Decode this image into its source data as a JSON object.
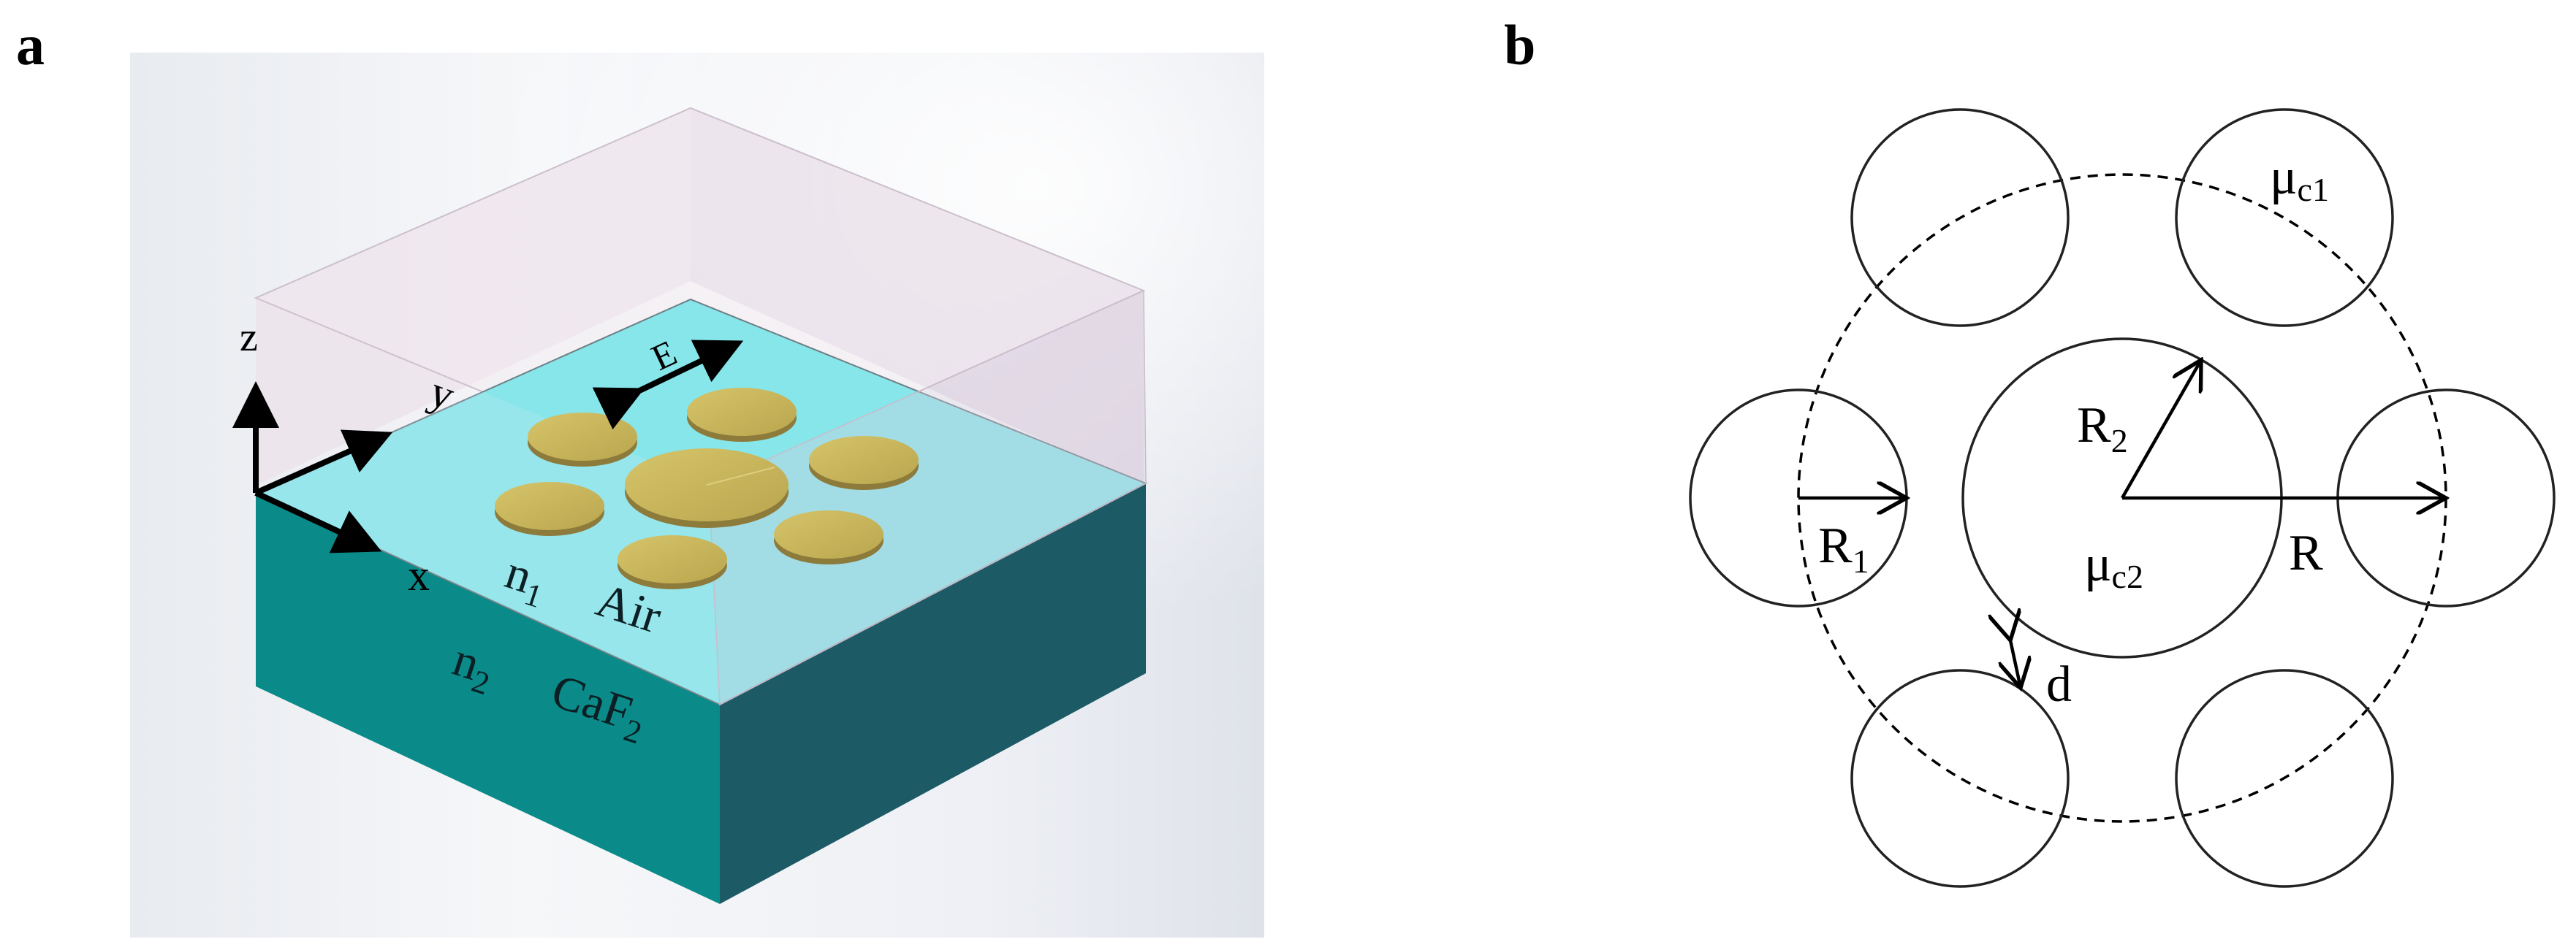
{
  "panel_a": {
    "letter": "a",
    "axes": {
      "z": "z",
      "y": "y",
      "x": "x"
    },
    "field_label": "E",
    "upper_index": {
      "symbol": "n",
      "subscript": "1"
    },
    "upper_medium": "Air",
    "lower_index": {
      "symbol": "n",
      "subscript": "2"
    },
    "substrate": {
      "text": "CaF",
      "subscript": "2"
    },
    "colors": {
      "substrate_front": "#0a8a88",
      "substrate_side": "#1c5a66",
      "interface": "#86e6ea",
      "disk": "#c9b95a",
      "disk_edge": "#8d7b3c"
    }
  },
  "panel_b": {
    "letter": "b",
    "mu_outer": {
      "symbol": "μ",
      "subscript": "c1"
    },
    "mu_center": {
      "symbol": "μ",
      "subscript": "c2"
    },
    "radius_center": {
      "symbol": "R",
      "subscript": "2"
    },
    "radius_outer": {
      "symbol": "R",
      "subscript": "1"
    },
    "radius_ring": "R",
    "gap": "d",
    "outer_disk_count": 6
  }
}
